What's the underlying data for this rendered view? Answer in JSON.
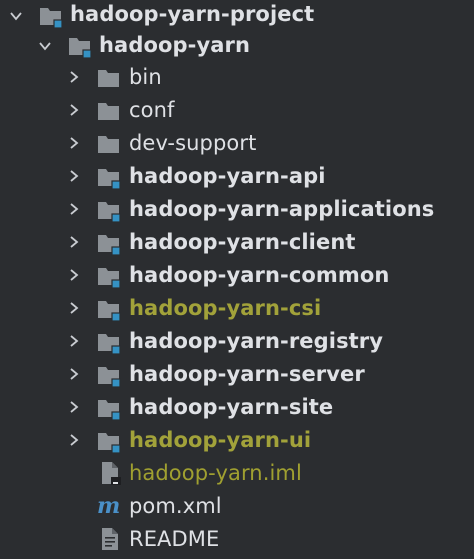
{
  "tree": {
    "root": {
      "label": "hadoop-yarn-project",
      "expanded": true,
      "icon": "module-folder-icon"
    },
    "module": {
      "label": "hadoop-yarn",
      "expanded": true,
      "icon": "module-folder-icon"
    },
    "children": [
      {
        "label": "bin",
        "kind": "folder",
        "expanded": false
      },
      {
        "label": "conf",
        "kind": "folder",
        "expanded": false
      },
      {
        "label": "dev-support",
        "kind": "folder",
        "expanded": false
      },
      {
        "label": "hadoop-yarn-api",
        "kind": "module",
        "expanded": false
      },
      {
        "label": "hadoop-yarn-applications",
        "kind": "module",
        "expanded": false
      },
      {
        "label": "hadoop-yarn-client",
        "kind": "module",
        "expanded": false
      },
      {
        "label": "hadoop-yarn-common",
        "kind": "module",
        "expanded": false
      },
      {
        "label": "hadoop-yarn-csi",
        "kind": "module-excluded",
        "expanded": false
      },
      {
        "label": "hadoop-yarn-registry",
        "kind": "module",
        "expanded": false
      },
      {
        "label": "hadoop-yarn-server",
        "kind": "module",
        "expanded": false
      },
      {
        "label": "hadoop-yarn-site",
        "kind": "module",
        "expanded": false
      },
      {
        "label": "hadoop-yarn-ui",
        "kind": "module-excluded",
        "expanded": false
      },
      {
        "label": "hadoop-yarn.iml",
        "kind": "iml-file"
      },
      {
        "label": "pom.xml",
        "kind": "maven-file"
      },
      {
        "label": "README",
        "kind": "text-file"
      }
    ]
  },
  "colors": {
    "background": "#2b2d30",
    "text": "#dfe1e5",
    "excluded_text": "#a0a030",
    "folder_gray": "#8c9196",
    "module_badge_blue": "#3592c4",
    "maven_blue": "#4a90c8"
  }
}
